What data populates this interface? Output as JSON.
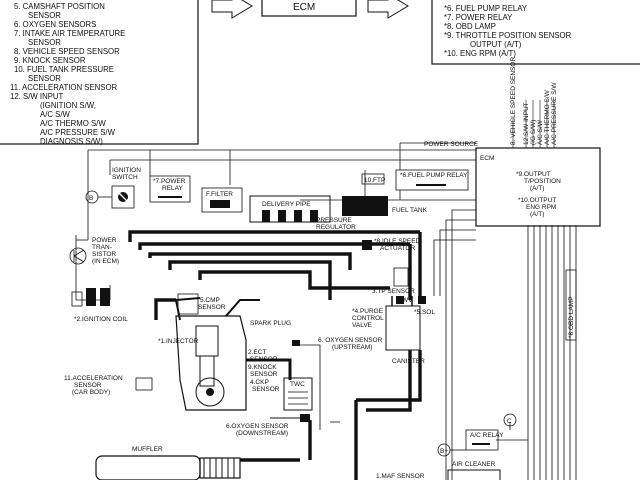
{
  "top_left_box": {
    "items": [
      "5. CAMSHAFT POSITION",
      "SENSOR",
      "6. OXYGEN SENSORS",
      "7. INTAKE AIR TEMPERATURE",
      "SENSOR",
      "8. VEHICLE SPEED SENSOR",
      "9. KNOCK SENSOR",
      "10. FUEL TANK PRESSURE",
      "SENSOR",
      "11. ACCELERATION SENSOR",
      "12. S/W INPUT",
      "(IGNITION S/W,",
      "A/C S/W",
      "A/C THERMO S/W",
      "A/C PRESSURE S/W",
      "DIAGNOSIS S/W)"
    ]
  },
  "top_ecm_label": "ECM",
  "top_right_box": {
    "items": [
      "*6. FUEL PUMP RELAY",
      "*7. POWER RELAY",
      "*8. OBD LAMP",
      "*9. THROTTLE POSITION SENSOR",
      "OUTPUT (A/T)",
      "*10. ENG RPM (A/T)"
    ]
  },
  "labels": {
    "power_source": "POWER SOURCE",
    "ecm": "ECM",
    "ignition_switch_1": "IGNITION",
    "ignition_switch_2": "SWITCH",
    "b_terminal": "B",
    "power_relay_1": "*7.POWER",
    "power_relay_2": "RELAY",
    "fuel_pump_relay": "*6.FUEL PUMP RELAY",
    "ten_ftp": "10.FTP",
    "ffilter": "F.FILTER",
    "delivery_pipe": "DELIVERY PIPE",
    "fuel_tank": "FUEL TANK",
    "pressure_1": "PRESSURE",
    "pressure_2": "REGULATOR",
    "power_transistor_1": "POWER",
    "power_transistor_2": "TRAN-",
    "power_transistor_3": "SISTOR",
    "power_transistor_4": "(IN ECM)",
    "ignition_coil": "*2.IGNITION COIL",
    "idle_speed_1": "*8.IDLE SPEED",
    "idle_speed_2": "ACTUATOR",
    "tp_sensor": "3.TP SENSOR",
    "cmp_sensor_1": "5.CMP",
    "cmp_sensor_2": "SENSOR",
    "spark_plug": "SPARK PLUG",
    "injector": "*1.INJECTOR",
    "purge_1": "*4.PURGE",
    "purge_2": "CONTROL",
    "purge_3": "VALVE",
    "twv": "TWV",
    "five_sol": "*5.SOL",
    "canister": "CANISTER",
    "oxygen_up_1": "6. OXYGEN SENSOR",
    "oxygen_up_2": "(UPSTREAM)",
    "ect_1": "2.ECT",
    "ect_2": "SENSOR",
    "knock_1": "9.KNOCK",
    "knock_2": "SENSOR",
    "ckp_1": "4.CKP",
    "ckp_2": "SENSOR",
    "twc": "TWC",
    "accel_1": "11.ACCELERATION",
    "accel_2": "SENSOR",
    "accel_3": "(CAR BODY)",
    "oxygen_down_1": "6.OXYGEN SENSOR",
    "oxygen_down_2": "(DOWNSTREAM)",
    "muffler": "MUFFLER",
    "maf_sensor": "1.MAF SENSOR",
    "air_cleaner": "AIR CLEANER",
    "ac_relay": "A/C RELAY",
    "c_terminal": "C",
    "bplus_terminal": "B+",
    "vss": "8. VEHICLE SPEED SENSOR",
    "sw_input_1": "12.S/W INPUT",
    "sw_input_2": "(IG S/W)",
    "sw_input_3": "A/C S/W",
    "sw_input_4": "A/C THERMO S/W",
    "sw_input_5": "A/C PRESSURE S/W",
    "tp_output_1": "*9.OUTPUT",
    "tp_output_2": "T/POSITION",
    "tp_output_3": "(A/T)",
    "eng_rpm_1": "*10.OUTPUT",
    "eng_rpm_2": "ENG RPM",
    "eng_rpm_3": "(A/T)",
    "obd_lamp": "*8.OBD LAMP"
  }
}
